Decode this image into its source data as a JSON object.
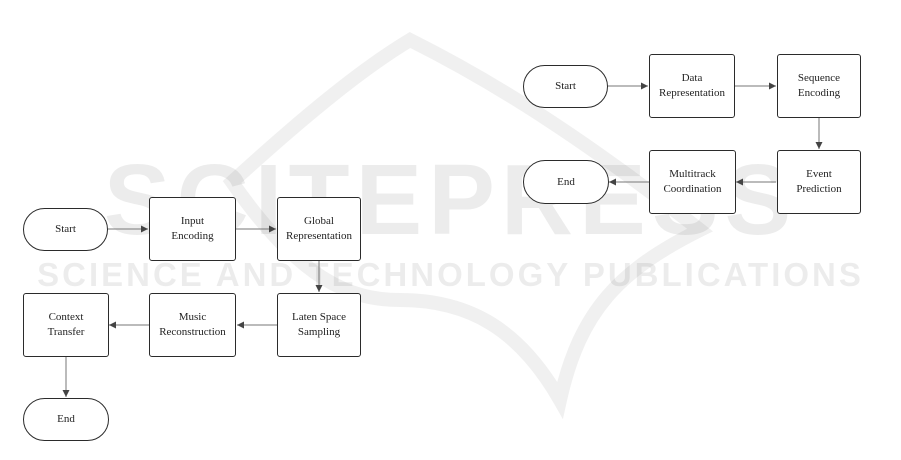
{
  "watermark": {
    "brand": "SCITEPRESS",
    "tagline": "SCIENCE AND TECHNOLOGY PUBLICATIONS"
  },
  "colors": {
    "stroke": "#2b2b2b",
    "edge": "#777777",
    "watermark": "#000000"
  },
  "flow_left": {
    "start": "Start",
    "input_encoding": "Input\nEncoding",
    "global_representation": "Global\nRepresentation",
    "latent_space_sampling": "Laten Space\nSampling",
    "music_reconstruction": "Music\nReconstruction",
    "context_transfer": "Context\nTransfer",
    "end": "End"
  },
  "flow_right": {
    "start": "Start",
    "data_representation": "Data\nRepresentation",
    "sequence_encoding": "Sequence\nEncoding",
    "event_prediction": "Event\nPrediction",
    "multitrack_coordination": "Multitrack\nCoordination",
    "end": "End"
  }
}
